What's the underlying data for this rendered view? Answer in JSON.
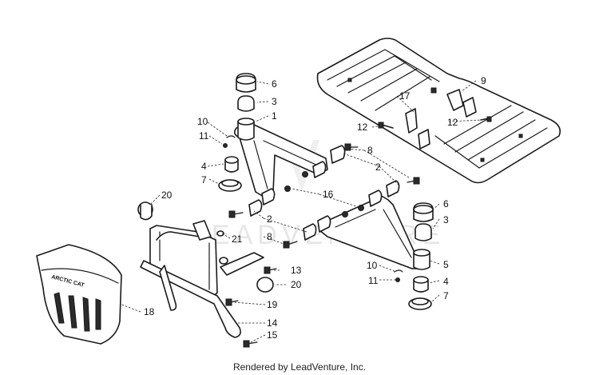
{
  "watermark": "LEADVENTURE",
  "footer": "Rendered by LeadVenture, Inc.",
  "shield_logo_text": "ARCTIC CAT",
  "callouts": {
    "c1": "1",
    "c2a": "2",
    "c2b": "2",
    "c3a": "3",
    "c3b": "3",
    "c4a": "4",
    "c4b": "4",
    "c5": "5",
    "c6a": "6",
    "c6b": "6",
    "c7a": "7",
    "c7b": "7",
    "c8a": "8",
    "c8b": "8",
    "c9": "9",
    "c10a": "10",
    "c10b": "10",
    "c11a": "11",
    "c11b": "11",
    "c12a": "12",
    "c12b": "12",
    "c13": "13",
    "c14": "14",
    "c15": "15",
    "c16": "16",
    "c17": "17",
    "c18": "18",
    "c19": "19",
    "c20a": "20",
    "c20b": "20",
    "c21": "21"
  }
}
